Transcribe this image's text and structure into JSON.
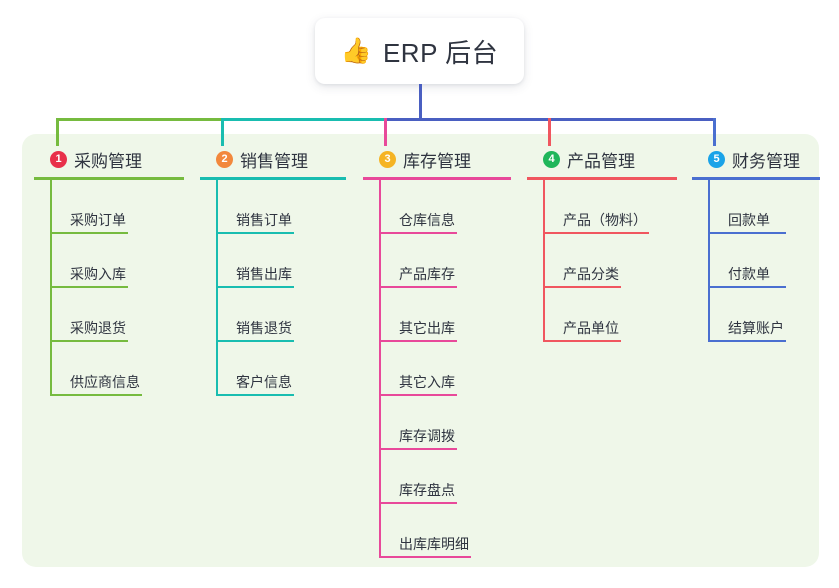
{
  "page": {
    "background": "#ffffff",
    "panel_color": "#eff7e9",
    "text_color": "#2f3440"
  },
  "root": {
    "emoji": "👍",
    "emoji_name": "thumbs-up-icon",
    "title": "ERP 后台",
    "connector_color": "#4a5fc1"
  },
  "trunk": {
    "segments": [
      {
        "color": "#76bb3f"
      },
      {
        "color": "#19bdb0"
      },
      {
        "color": "#4a5fc1"
      },
      {
        "color": "#4a5fc1"
      }
    ]
  },
  "columns": [
    {
      "number": "1",
      "title": "采购管理",
      "badge_color": "#e8304a",
      "line_color": "#76bb3f",
      "stub_color": "#76bb3f",
      "items": [
        {
          "label": "采购订单"
        },
        {
          "label": "采购入库"
        },
        {
          "label": "采购退货"
        },
        {
          "label": "供应商信息"
        }
      ]
    },
    {
      "number": "2",
      "title": "销售管理",
      "badge_color": "#f2883c",
      "line_color": "#19bdb0",
      "stub_color": "#19bdb0",
      "items": [
        {
          "label": "销售订单"
        },
        {
          "label": "销售出库"
        },
        {
          "label": "销售退货"
        },
        {
          "label": "客户信息"
        }
      ]
    },
    {
      "number": "3",
      "title": "库存管理",
      "badge_color": "#f5b424",
      "line_color": "#e8499a",
      "stub_color": "#e8499a",
      "items": [
        {
          "label": "仓库信息"
        },
        {
          "label": "产品库存"
        },
        {
          "label": "其它出库"
        },
        {
          "label": "其它入库"
        },
        {
          "label": "库存调拨"
        },
        {
          "label": "库存盘点"
        },
        {
          "label": "出库库明细"
        }
      ]
    },
    {
      "number": "4",
      "title": "产品管理",
      "badge_color": "#1fb65a",
      "line_color": "#f0565f",
      "stub_color": "#f0565f",
      "items": [
        {
          "label": "产品（物料）"
        },
        {
          "label": "产品分类"
        },
        {
          "label": "产品单位"
        }
      ]
    },
    {
      "number": "5",
      "title": "财务管理",
      "badge_color": "#1aa3e8",
      "line_color": "#4a6fd0",
      "stub_color": "#4a6fd0",
      "items": [
        {
          "label": "回款单"
        },
        {
          "label": "付款单"
        },
        {
          "label": "结算账户"
        }
      ]
    }
  ]
}
